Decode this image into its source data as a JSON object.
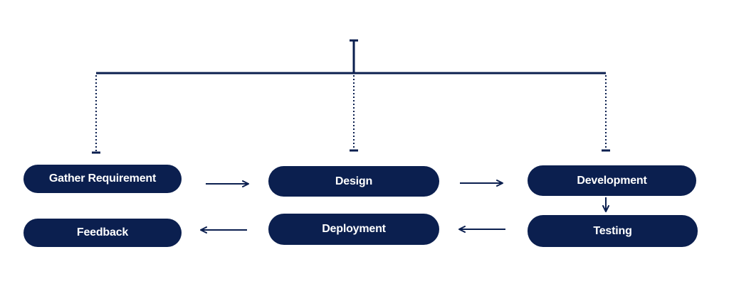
{
  "diagram": {
    "accent_color": "#0b1f4f",
    "nodes": {
      "gather_requirement": "Gather Requirement",
      "design": "Design",
      "development": "Development",
      "testing": "Testing",
      "deployment": "Deployment",
      "feedback": "Feedback"
    },
    "flow": [
      {
        "from": "gather_requirement",
        "to": "design"
      },
      {
        "from": "design",
        "to": "development"
      },
      {
        "from": "development",
        "to": "testing"
      },
      {
        "from": "testing",
        "to": "deployment"
      },
      {
        "from": "deployment",
        "to": "feedback"
      }
    ]
  }
}
